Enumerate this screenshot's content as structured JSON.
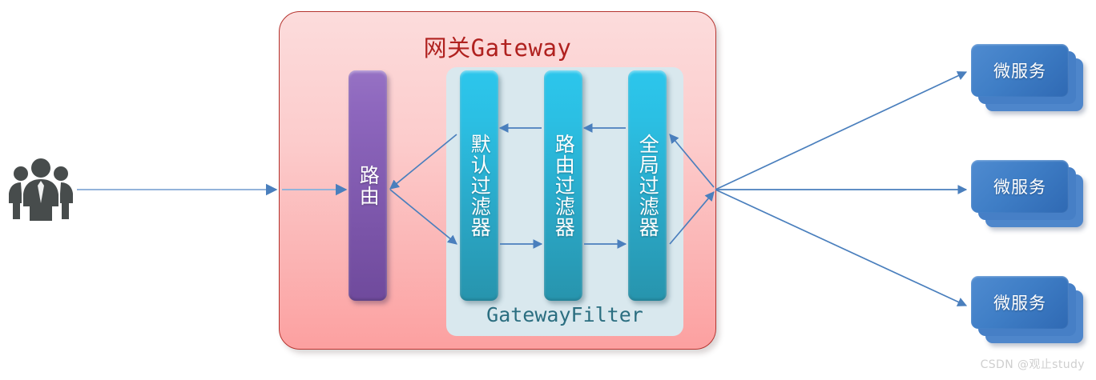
{
  "gateway": {
    "title": "网关Gateway",
    "border_color": "#b5342f",
    "title_color": "#b0211f",
    "bg_top": "#fcdcdc",
    "bg_bottom": "#fca0a0"
  },
  "route": {
    "label": "路由",
    "color": "#7a54a8"
  },
  "gatewayfilter": {
    "label": "GatewayFilter",
    "panel_color": "#d9e8ee",
    "label_color": "#2b6e80",
    "filters": [
      {
        "label": "默认过滤器",
        "name": "default-filter"
      },
      {
        "label": "路由过滤器",
        "name": "route-filter"
      },
      {
        "label": "全局过滤器",
        "name": "global-filter"
      }
    ],
    "filter_color": "#2aa7c6"
  },
  "client": {
    "icon": "users-group-icon",
    "color": "#474c4c"
  },
  "microservices": [
    {
      "label": "微服务"
    },
    {
      "label": "微服务"
    },
    {
      "label": "微服务"
    }
  ],
  "microservice_color": "#3f7ec6",
  "arrow_color": "#4a7fbd",
  "watermark": "CSDN @观止study"
}
